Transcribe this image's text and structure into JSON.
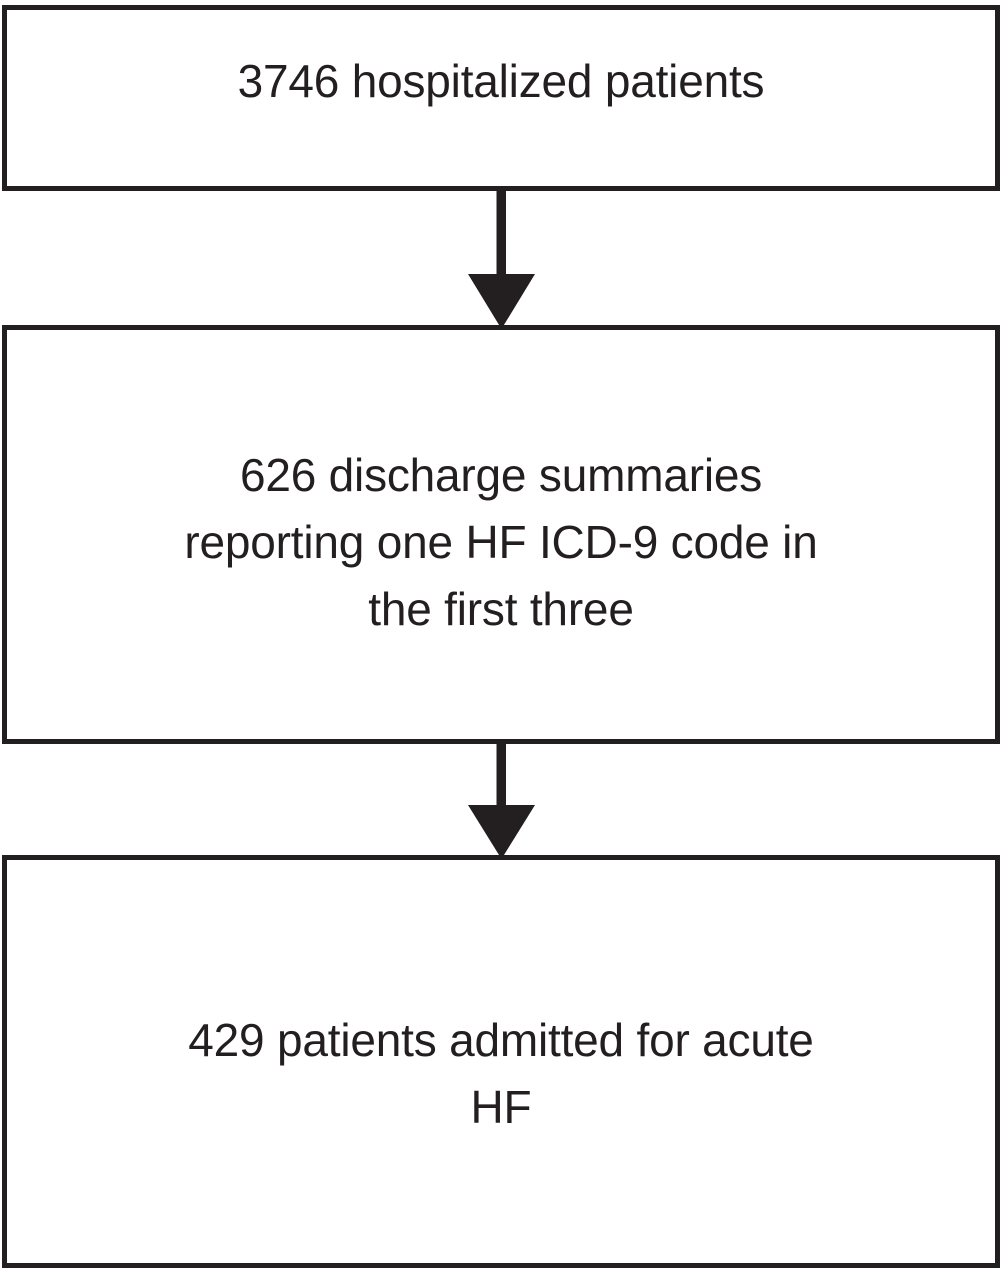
{
  "figure": {
    "type": "flowchart",
    "orientation": "vertical",
    "background_color": "#ffffff",
    "stroke_color": "#231f20",
    "text_color": "#231f20"
  },
  "nodes": [
    {
      "id": "node-1",
      "label": "3746 hospitalized patients",
      "count": 3746,
      "unit": "hospitalized patients"
    },
    {
      "id": "node-2",
      "label": "626 discharge summaries\nreporting one HF ICD-9 code in\nthe first three",
      "count": 626,
      "unit": "discharge summaries reporting one HF ICD-9 code in the first three"
    },
    {
      "id": "node-3",
      "label": "429 patients admitted for acute\nHF",
      "count": 429,
      "unit": "patients admitted for acute HF"
    }
  ],
  "connectors": [
    {
      "id": "arrow-1",
      "from": "node-1",
      "to": "node-2",
      "style": "solid-down-arrow",
      "label": ""
    },
    {
      "id": "arrow-2",
      "from": "node-2",
      "to": "node-3",
      "style": "solid-down-arrow",
      "label": ""
    }
  ]
}
